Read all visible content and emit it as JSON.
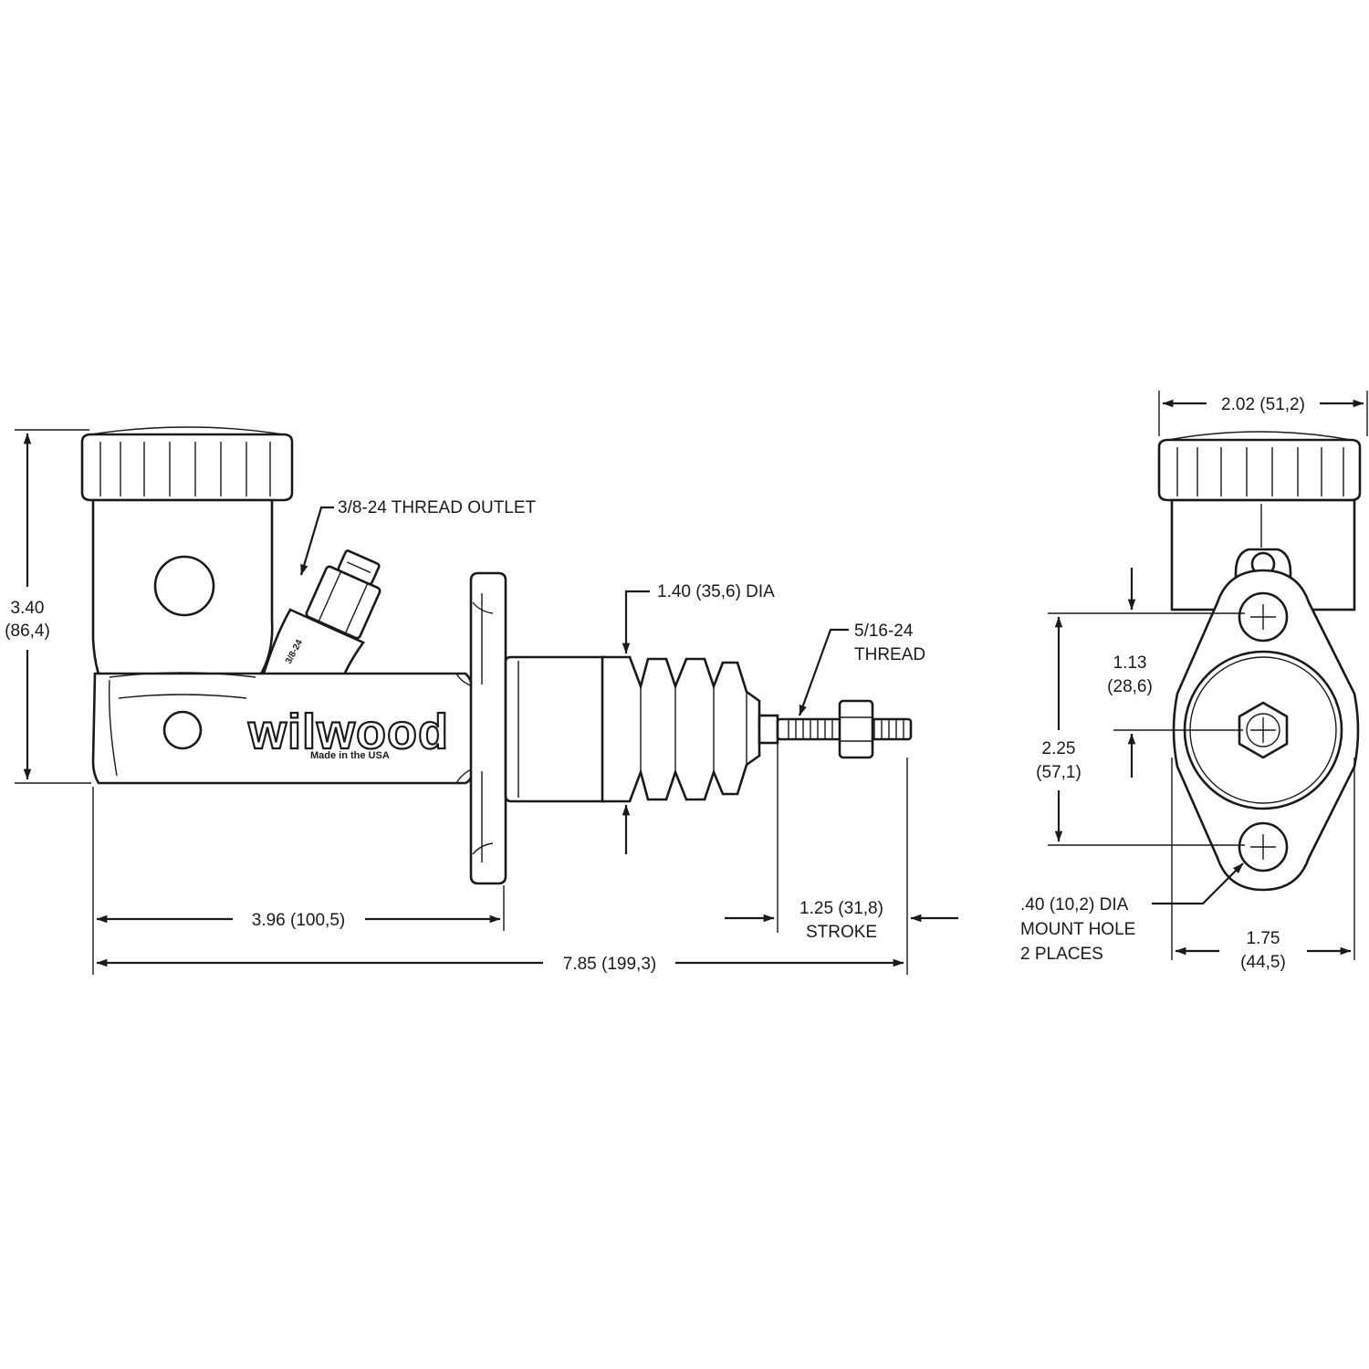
{
  "side_view": {
    "outlet_label": "3/8-24 THREAD OUTLET",
    "height_in": "3.40",
    "height_mm": "(86,4)",
    "bore_dia": "1.40 (35,6) DIA",
    "pushrod_thread_line1": "5/16-24",
    "pushrod_thread_line2": "THREAD",
    "flange_length": "3.96 (100,5)",
    "overall_length": "7.85 (199,3)",
    "stroke_value": "1.25 (31,8)",
    "stroke_label": "STROKE",
    "logo": "wilwood",
    "logo_sub": "Made in the USA",
    "boss_mark": "3/8-24"
  },
  "end_view": {
    "overall_width": "2.02 (51,2)",
    "upper_offset_in": "1.13",
    "upper_offset_mm": "(28,6)",
    "hole_spacing_in": "2.25",
    "hole_spacing_mm": "(57,1)",
    "mount_hole_line1": ".40 (10,2) DIA",
    "mount_hole_line2": "MOUNT HOLE",
    "mount_hole_line3": "2 PLACES",
    "flange_width_in": "1.75",
    "flange_width_mm": "(44,5)"
  }
}
